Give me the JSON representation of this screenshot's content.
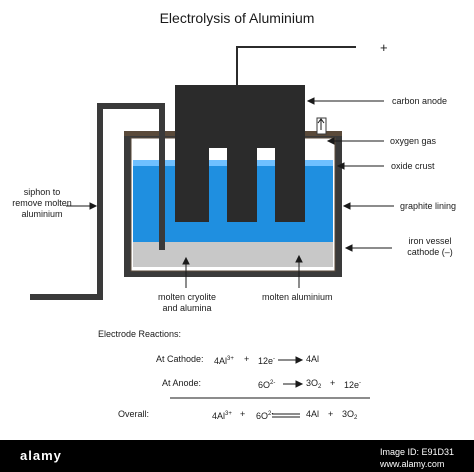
{
  "title": "Electrolysis of Aluminium",
  "labels": {
    "plus": "+",
    "carbon_anode": "carbon anode",
    "oxygen_gas": "oxygen gas",
    "oxide_crust": "oxide crust",
    "graphite_lining": "graphite lining",
    "iron_vessel": "iron vessel\ncathode (–)",
    "siphon": "siphon to\nremove molten\naluminium",
    "molten_cryolite": "molten cryolite\nand alumina",
    "molten_aluminium": "molten aluminium"
  },
  "reactions": {
    "heading": "Electrode Reactions:",
    "cathode_label": "At Cathode:",
    "cathode_reactant": "4Al",
    "cathode_charge": "3+",
    "cathode_plus": "+",
    "cathode_electrons": "12e",
    "cathode_e_charge": "-",
    "cathode_product": "4Al",
    "anode_label": "At Anode:",
    "anode_reactant": "6O",
    "anode_charge": "2-",
    "anode_product_coef": "3O",
    "anode_product_sub": "2",
    "anode_plus": "+",
    "anode_electrons": "12e",
    "anode_e_charge": "-",
    "overall_label": "Overall:",
    "ov_al": "4Al",
    "ov_al_charge": "3+",
    "ov_plus1": "+",
    "ov_o": "6O",
    "ov_o_charge": "2-",
    "ov_prod_al": "4Al",
    "ov_plus2": "+",
    "ov_prod_o": "3O",
    "ov_prod_o_sub": "2"
  },
  "watermark": {
    "text": "alamy",
    "id_line1": "Image ID: E91D31",
    "id_line2": "www.alamy.com"
  },
  "colors": {
    "electrolyte": "#1f8fe0",
    "aluminium": "#c8c8c8",
    "anode": "#2b2b2b",
    "vessel": "#3a3a3a",
    "lining": "#5a4a3a"
  }
}
